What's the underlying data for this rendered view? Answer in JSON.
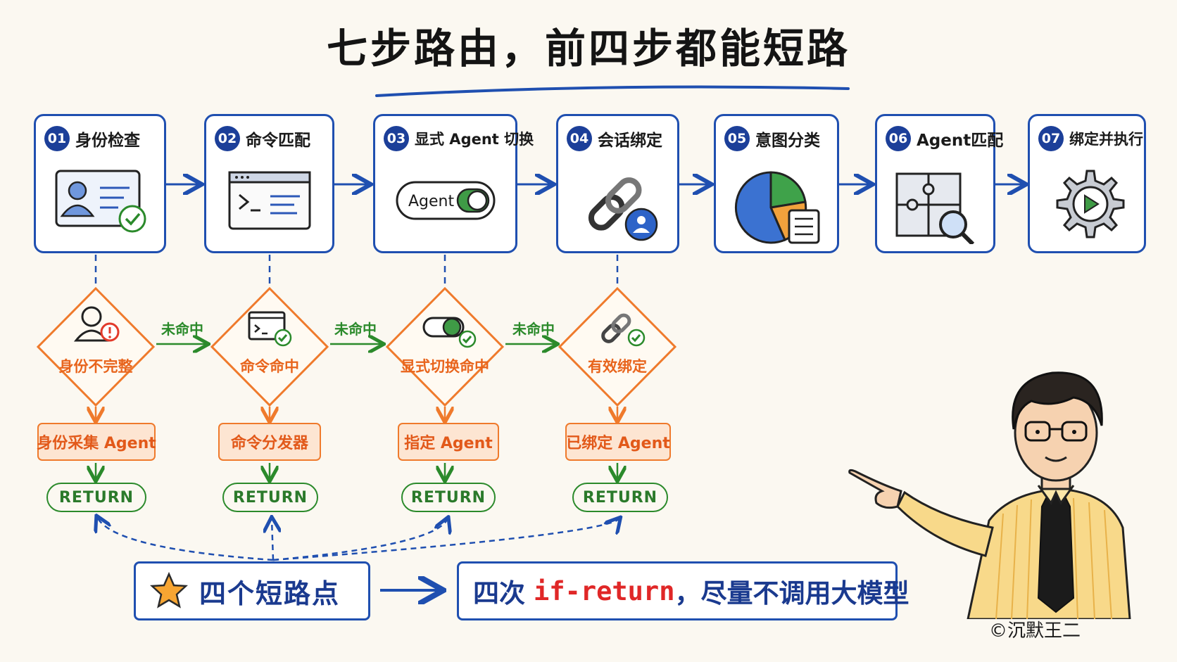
{
  "title": "七步路由，前四步都能短路",
  "steps": [
    {
      "num": "01",
      "label": "身份检查",
      "icon": "id-card-check-icon"
    },
    {
      "num": "02",
      "label": "命令匹配",
      "icon": "terminal-icon"
    },
    {
      "num": "03",
      "label": "显式 Agent 切换",
      "icon": "agent-toggle-icon",
      "toggle_text": "Agent"
    },
    {
      "num": "04",
      "label": "会话绑定",
      "icon": "chain-user-icon"
    },
    {
      "num": "05",
      "label": "意图分类",
      "icon": "pie-chart-icon"
    },
    {
      "num": "06",
      "label": "Agent匹配",
      "icon": "puzzle-search-icon"
    },
    {
      "num": "07",
      "label": "绑定并执行",
      "icon": "gear-play-icon"
    }
  ],
  "checks": [
    {
      "label": "身份不完整",
      "icon": "user-alert-icon",
      "action": "身份采集 Agent",
      "result": "RETURN"
    },
    {
      "label": "命令命中",
      "icon": "terminal-check-icon",
      "action": "命令分发器",
      "result": "RETURN"
    },
    {
      "label": "显式切换命中",
      "icon": "toggle-check-icon",
      "action": "指定 Agent",
      "result": "RETURN"
    },
    {
      "label": "有效绑定",
      "icon": "chain-check-icon",
      "action": "已绑定 Agent",
      "result": "RETURN"
    }
  ],
  "miss_label": "未命中",
  "summary": {
    "left_icon": "star-icon",
    "left_text": "四个短路点",
    "right_prefix": "四次",
    "right_code": "if-return",
    "right_suffix": "，尽量不调用大模型"
  },
  "watermark": "©沉默王二",
  "colors": {
    "primary_blue": "#1f4fb0",
    "accent_orange": "#ef7a2c",
    "return_green": "#2b8a2b",
    "highlight_red": "#e02727",
    "background": "#fbf8f1"
  }
}
